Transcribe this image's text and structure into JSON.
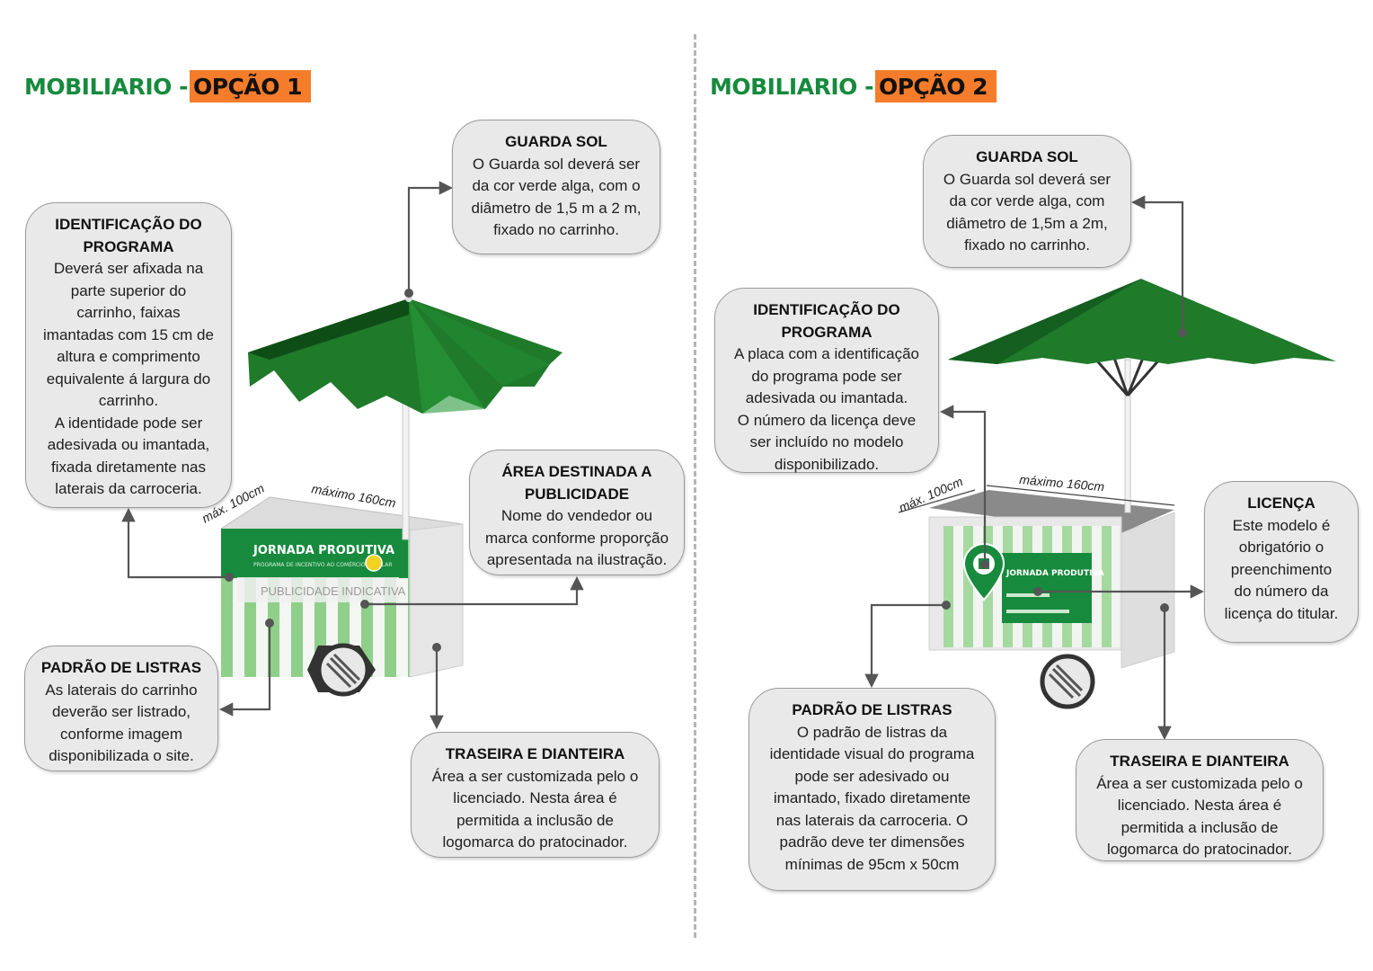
{
  "option1": {
    "title_prefix": "MOBILIARIO -",
    "title_tag": "OPÇÃO 1",
    "guarda_sol": {
      "title": "GUARDA SOL",
      "text": "O Guarda sol deverá ser\nda cor verde alga, com o\ndiâmetro de 1,5 m a 2 m,\nfixado no carrinho."
    },
    "identificacao": {
      "title": "IDENTIFICAÇÃO DO\nPROGRAMA",
      "text": "Deverá ser afixada na\nparte superior do\ncarrinho, faixas\nimantadas com 15 cm de\naltura e comprimento\nequivalente á largura do\ncarrinho.\nA identidade pode ser\nadesivada ou imantada,\nfixada diretamente nas\nlaterais da carroceria."
    },
    "publicidade": {
      "title": "ÁREA DESTINADA A\nPUBLICIDADE",
      "text": "Nome do vendedor ou\nmarca conforme proporção\napresentada na ilustração."
    },
    "listras": {
      "title": "PADRÃO DE LISTRAS",
      "text": "As laterais do carrinho\ndeverão ser listrado,\nconforme imagem\ndisponibilizada o site."
    },
    "traseira": {
      "title": "TRASEIRA E DIANTEIRA",
      "text": "Área a ser customizada pelo o\nlicenciado. Nesta área é\npermitida a inclusão de\nlogomarca do pratocinador."
    },
    "dim_depth": "máx. 100cm",
    "dim_width": "máximo 160cm",
    "cart_banner_title": "JORNADA PRODUTIVA",
    "cart_banner_sub": "PROGRAMA DE INCENTIVO AO COMÉRCIO POPULAR",
    "cart_ad": "PUBLICIDADE INDICATIVA"
  },
  "option2": {
    "title_prefix": "MOBILIARIO -",
    "title_tag": "OPÇÃO 2",
    "guarda_sol": {
      "title": "GUARDA SOL",
      "text": "O Guarda sol deverá ser\nda cor verde alga, com\ndiâmetro de 1,5m a 2m,\nfixado no carrinho."
    },
    "identificacao": {
      "title": "IDENTIFICAÇÃO DO\nPROGRAMA",
      "text": "A placa com a identificação\ndo programa pode ser\nadesivada ou imantada.\nO número da licença deve\nser incluído no modelo\ndisponibilizado."
    },
    "licenca": {
      "title": "LICENÇA",
      "text": "Este modelo é\nobrigatório o\npreenchimento\ndo número da\nlicença do titular."
    },
    "listras": {
      "title": "PADRÃO DE LISTRAS",
      "text": "O padrão de listras da\nidentidade visual do programa\npode ser adesivado ou\nimantado, fixado diretamente\nnas laterais da carroceria. O\npadrão deve ter dimensões\nmínimas de 95cm x 50cm"
    },
    "traseira": {
      "title": "TRASEIRA E DIANTEIRA",
      "text": "Área a ser customizada pelo o\nlicenciado. Nesta área é\npermitida a inclusão de\nlogomarca do pratocinador."
    },
    "dim_depth": "máx. 100cm",
    "dim_width": "máximo 160cm",
    "cart_banner_title": "JORNADA PRODUTIVA"
  },
  "colors": {
    "brand_green": "#178a3e",
    "tag_orange": "#f47c2a",
    "umbrella_green": "#1f7a2a",
    "stripe_green": "#8fcf8a",
    "box_bg": "#e9e9e9",
    "arrow": "#555555"
  }
}
